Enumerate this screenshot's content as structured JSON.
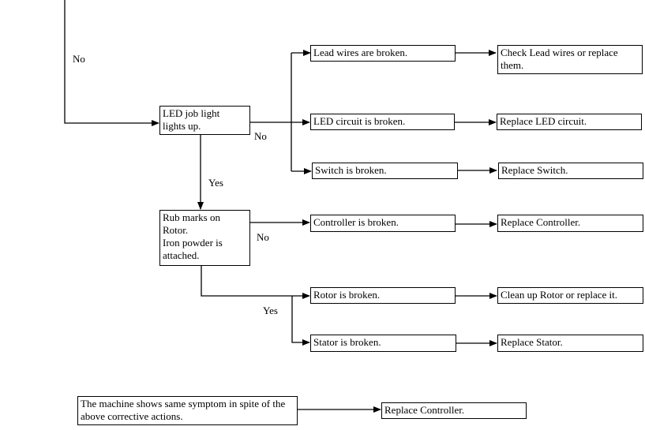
{
  "decisions": {
    "led_check": {
      "text": "LED job light\nlights up."
    },
    "rotor_check": {
      "text": "Rub marks on\nRotor.\nIron powder is\nattached."
    }
  },
  "branch_labels": {
    "top_no": "No",
    "led_no": "No",
    "led_yes": "Yes",
    "rotor_no": "No",
    "rotor_yes": "Yes"
  },
  "causes": {
    "lead_wires": "Lead wires are broken.",
    "led_circuit": "LED circuit is broken.",
    "switch": "Switch is broken.",
    "controller": "Controller is broken.",
    "rotor": "Rotor is broken.",
    "stator": "Stator is broken."
  },
  "actions": {
    "lead_wires": "Check Lead wires or replace\nthem.",
    "led_circuit": "Replace LED circuit.",
    "switch": "Replace Switch.",
    "controller": "Replace Controller.",
    "rotor": "Clean up Rotor or replace it.",
    "stator": "Replace Stator."
  },
  "final": {
    "condition": "The machine shows same symptom in spite of the\nabove corrective actions.",
    "action": "Replace Controller."
  }
}
